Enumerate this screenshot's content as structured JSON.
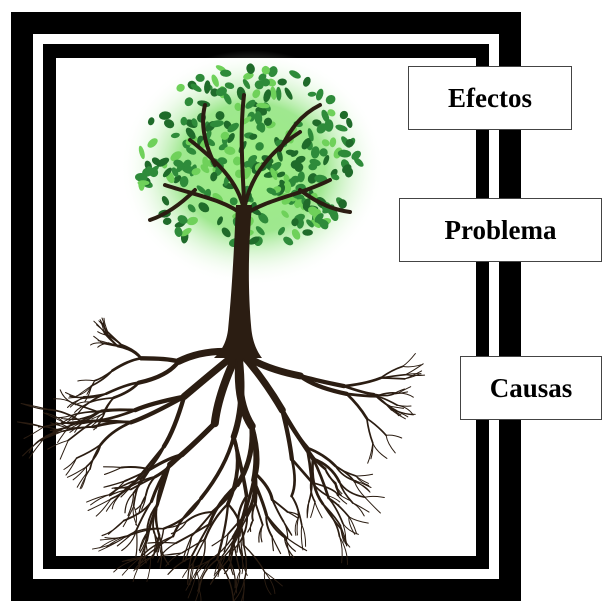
{
  "labels": {
    "effects": "Efectos",
    "problem": "Problema",
    "causes": "Causas"
  },
  "colors": {
    "frame": "#000000",
    "canvas": "#ffffff",
    "trunk": "#2b1d12",
    "leaf_dark": "#1f6b2a",
    "leaf_mid": "#2e8b3a",
    "leaf_light": "#6fd15a",
    "glow": "#7fe06a"
  }
}
